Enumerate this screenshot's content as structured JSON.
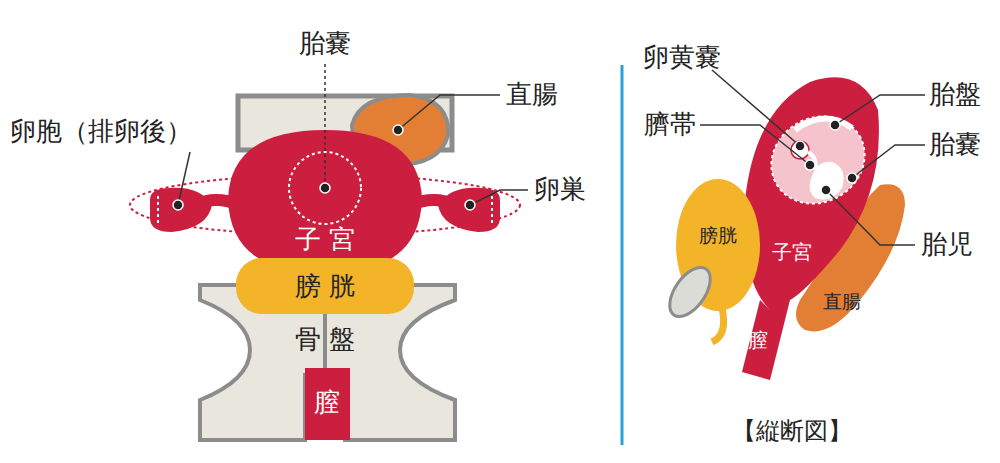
{
  "diagram": {
    "caption": "【縦断図】",
    "nodes": [
      {
        "text": [
          "子 宮"
        ]
      },
      {
        "text": [
          "膀 胱"
        ]
      },
      {
        "text": [
          "骨 盤"
        ]
      },
      {
        "text": [
          "膣"
        ]
      },
      {
        "text": [
          "膀胱"
        ]
      },
      {
        "text": [
          "子宮"
        ]
      },
      {
        "text": [
          "直腸"
        ]
      },
      {
        "text": [
          "膣"
        ]
      }
    ],
    "labels": [
      "胎嚢",
      "直腸",
      "卵胞（排卵後）",
      "卵巣",
      "卵黄嚢",
      "臍帯",
      "胎盤",
      "胎嚢",
      "胎児"
    ]
  }
}
